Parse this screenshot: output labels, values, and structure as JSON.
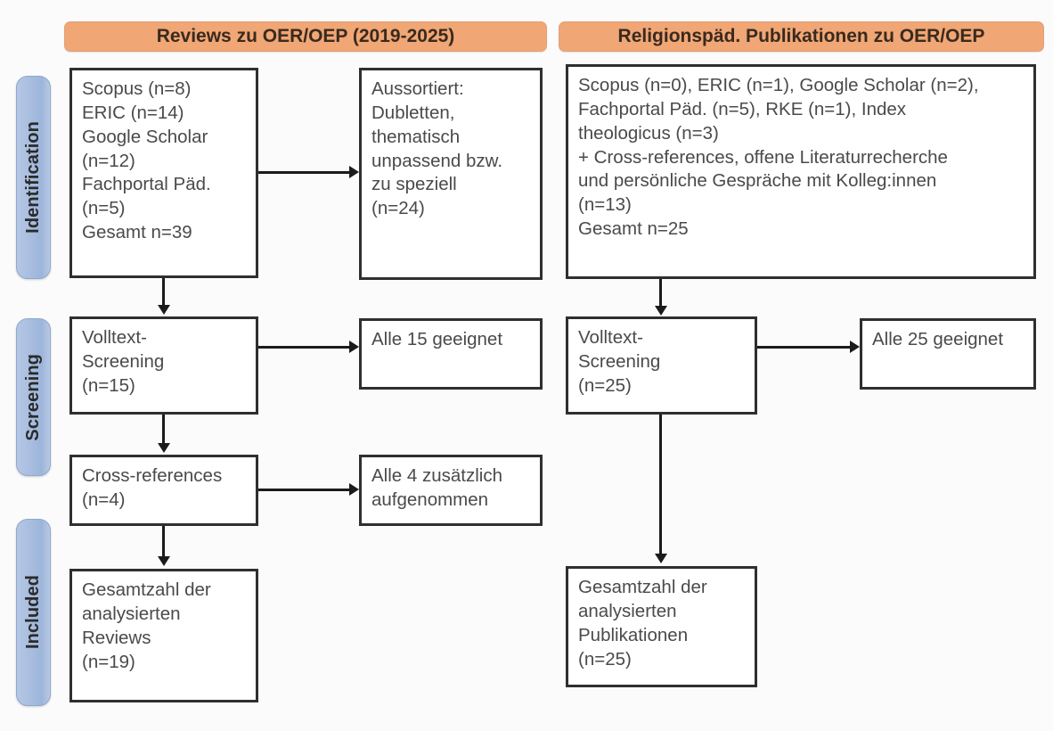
{
  "phases": [
    {
      "label": "Identification"
    },
    {
      "label": "Screening"
    },
    {
      "label": "Included"
    }
  ],
  "columns": {
    "left": {
      "header": "Reviews zu OER/OEP (2019-2025)"
    },
    "right": {
      "header": "Religionspäd. Publikationen zu OER/OEP"
    }
  },
  "colors": {
    "header_orange": "#f0a675",
    "phase_blue": "#aabfe0",
    "box_border": "#2f2f2f",
    "text_gray": "#4a4a4a"
  },
  "boxes": {
    "left_sources": {
      "text": "Scopus (n=8)\nERIC (n=14)\nGoogle Scholar\n(n=12)\nFachportal Päd.\n(n=5)\nGesamt n=39"
    },
    "left_excluded": {
      "text": "Aussortiert:\nDubletten,\nthematisch\nunpassend bzw.\nzu speziell\n(n=24)"
    },
    "left_fulltext": {
      "text": "Volltext-\nScreening\n(n=15)"
    },
    "left_fulltext_result": {
      "text": "Alle 15 geeignet"
    },
    "left_crossrefs": {
      "text": "Cross-references\n(n=4)"
    },
    "left_crossrefs_result": {
      "text": "Alle 4 zusätzlich\naufgenommen"
    },
    "left_included": {
      "text": "Gesamtzahl der\nanalysierten\nReviews\n(n=19)"
    },
    "right_sources": {
      "text": "Scopus (n=0), ERIC (n=1), Google Scholar (n=2),\nFachportal Päd. (n=5), RKE (n=1), Index\ntheologicus (n=3)\n+ Cross-references, offene Literaturrecherche\nund persönliche Gespräche mit Kolleg:innen\n(n=13)\nGesamt n=25"
    },
    "right_fulltext": {
      "text": "Volltext-\nScreening\n(n=25)"
    },
    "right_fulltext_result": {
      "text": "Alle 25 geeignet"
    },
    "right_included": {
      "text": "Gesamtzahl der\nanalysierten\nPublikationen\n(n=25)"
    }
  }
}
